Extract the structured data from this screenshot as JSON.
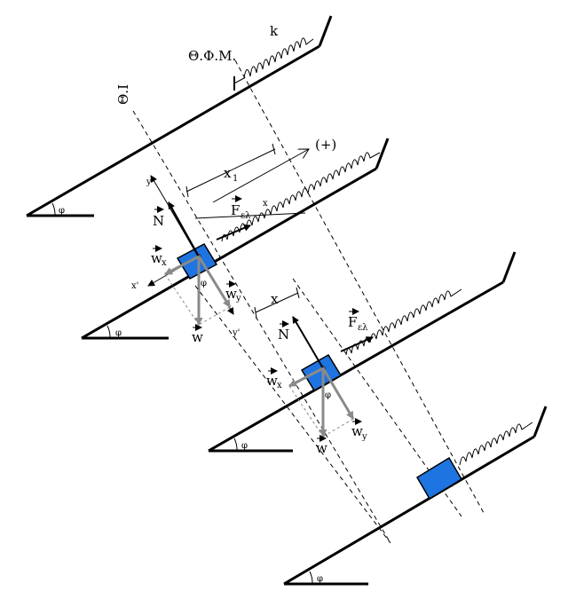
{
  "labels": {
    "equilibrium_natural": "Θ.Φ.Μ.",
    "equilibrium": "Θ.Ι",
    "spring_constant": "k",
    "positive_dir": "(+)",
    "x1": "x",
    "x1_sub": "1",
    "x_mark": "x",
    "x_second": "x",
    "axis_y": "y",
    "axis_xp": "x'",
    "axis_yp": "y'",
    "normal": "N",
    "weight": "w",
    "wx": "w",
    "wx_sub": "x",
    "wy": "w",
    "wy_sub": "y",
    "spring_force": "F",
    "spring_force_sub": "ελ",
    "angle": "φ"
  },
  "colors": {
    "block": "#1e74e0",
    "force_gray": "#8a8a8a",
    "line": "#000000"
  }
}
